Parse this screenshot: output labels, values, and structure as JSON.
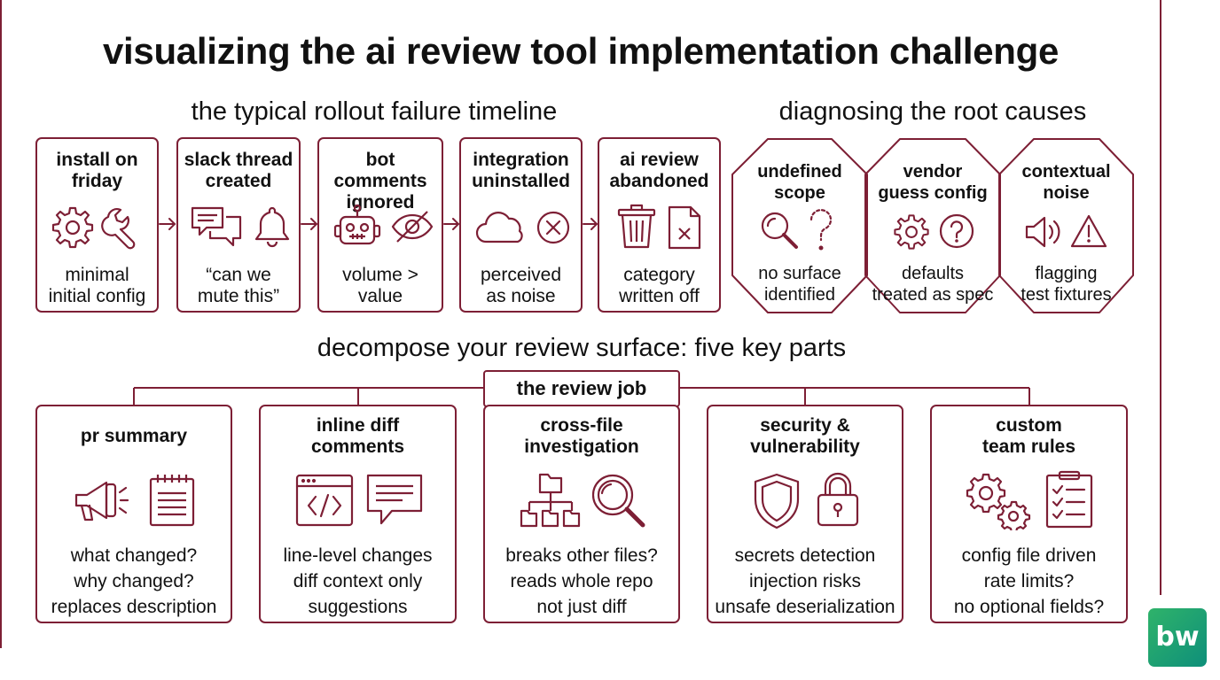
{
  "title": "visualizing the ai review tool implementation challenge",
  "timeline": {
    "heading": "the typical rollout failure timeline",
    "steps": [
      {
        "title": "install on\nfriday",
        "desc": "minimal\ninitial config",
        "icons": [
          "gear-icon",
          "wrench-icon"
        ]
      },
      {
        "title": "slack thread\ncreated",
        "desc": "“can we\nmute this”",
        "icons": [
          "chat-bubbles-icon",
          "bell-icon"
        ]
      },
      {
        "title": "bot comments\nignored",
        "desc": "volume >\nvalue",
        "icons": [
          "robot-icon",
          "eye-slash-icon"
        ]
      },
      {
        "title": "integration\nuninstalled",
        "desc": "perceived\nas noise",
        "icons": [
          "cloud-icon",
          "x-circle-icon"
        ]
      },
      {
        "title": "ai review\nabandoned",
        "desc": "category\nwritten off",
        "icons": [
          "trash-icon",
          "file-x-icon"
        ]
      }
    ]
  },
  "causes": {
    "heading": "diagnosing the root causes",
    "items": [
      {
        "title": "undefined\nscope",
        "desc": "no surface\nidentified",
        "icons": [
          "magnifier-icon",
          "question-dotted-icon"
        ]
      },
      {
        "title": "vendor\nguess config",
        "desc": "defaults\ntreated as spec",
        "icons": [
          "gear-icon",
          "question-circle-icon"
        ]
      },
      {
        "title": "contextual\nnoise",
        "desc": "flagging\ntest fixtures",
        "icons": [
          "speaker-icon",
          "warning-icon"
        ]
      }
    ]
  },
  "decompose": {
    "heading": "decompose your review surface: five key parts",
    "root": "the review job",
    "parts": [
      {
        "title": "pr summary",
        "desc": "what changed?\nwhy changed?\nreplaces description",
        "icons": [
          "megaphone-icon",
          "notepad-icon"
        ]
      },
      {
        "title": "inline diff\ncomments",
        "desc": "line-level changes\ndiff context only\nsuggestions",
        "icons": [
          "code-window-icon",
          "comment-icon"
        ]
      },
      {
        "title": "cross-file\ninvestigation",
        "desc": "breaks other files?\nreads whole repo\nnot just diff",
        "icons": [
          "folder-tree-icon",
          "magnifier-icon"
        ]
      },
      {
        "title": "security &\nvulnerability",
        "desc": "secrets detection\ninjection risks\nunsafe deserialization",
        "icons": [
          "shield-icon",
          "padlock-icon"
        ]
      },
      {
        "title": "custom\nteam rules",
        "desc": "config file driven\nrate limits?\nno optional fields?",
        "icons": [
          "gears-icon",
          "checklist-icon"
        ]
      }
    ]
  },
  "logo": {
    "text": "bw"
  },
  "colors": {
    "accent": "#7d1f35",
    "logo": "#22a66f"
  }
}
